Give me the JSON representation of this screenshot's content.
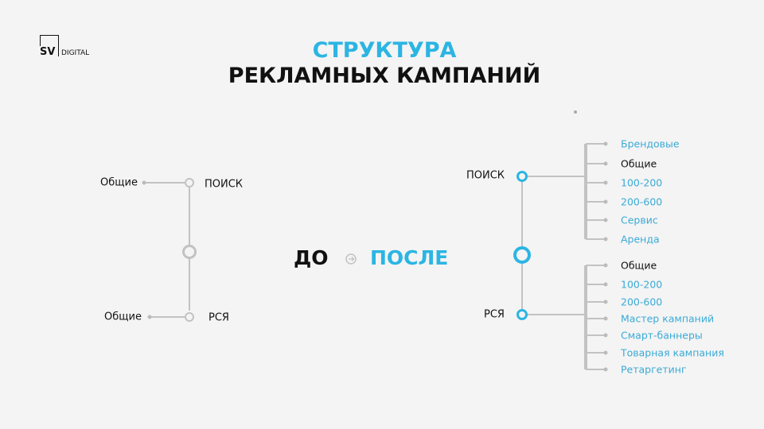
{
  "logo": {
    "mark": "SV",
    "text": "DIGITAL"
  },
  "title": {
    "line1": "СТРУКТУРА",
    "line2": "РЕКЛАМНЫХ КАМПАНИЙ"
  },
  "colors": {
    "accent": "#2bb5e3",
    "item_accent": "#3aaad6",
    "line": "#c2c2c2",
    "text": "#111111"
  },
  "before": {
    "label": "ДО",
    "top": {
      "name": "ПОИСК",
      "child": "Общие"
    },
    "bottom": {
      "name": "РСЯ",
      "child": "Общие"
    }
  },
  "arrow_icon": "arrow-right-circle",
  "after": {
    "label": "ПОСЛЕ",
    "top": {
      "name": "ПОИСК",
      "items": [
        {
          "t": "Брендовые",
          "accent": true
        },
        {
          "t": "Общие",
          "accent": false
        },
        {
          "t": "100-200",
          "accent": true
        },
        {
          "t": "200-600",
          "accent": true
        },
        {
          "t": "Сервис",
          "accent": true
        },
        {
          "t": "Аренда",
          "accent": true
        }
      ]
    },
    "bottom": {
      "name": "РСЯ",
      "items": [
        {
          "t": "Общие",
          "accent": false
        },
        {
          "t": "100-200",
          "accent": true
        },
        {
          "t": "200-600",
          "accent": true
        },
        {
          "t": "Мастер кампаний",
          "accent": true
        },
        {
          "t": "Смарт-баннеры",
          "accent": true
        },
        {
          "t": "Товарная кампания",
          "accent": true
        },
        {
          "t": "Ретаргетинг",
          "accent": true
        }
      ]
    }
  }
}
